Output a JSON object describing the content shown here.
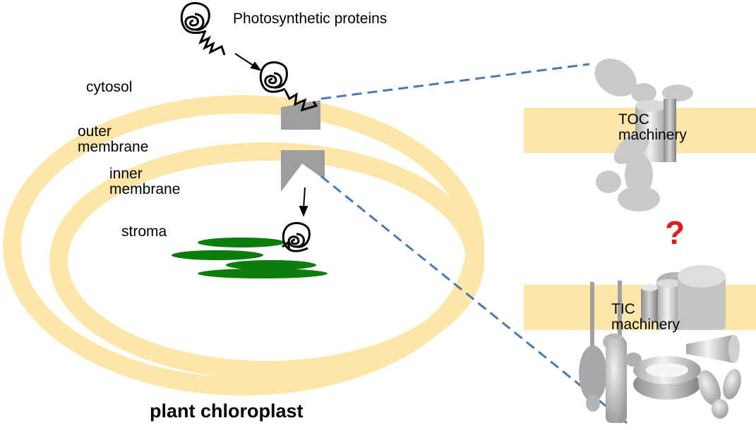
{
  "labels": {
    "proteins": "Photosynthetic proteins",
    "cytosol": "cytosol",
    "outer_membrane": "outer\nmembrane",
    "inner_membrane": "inner\nmembrane",
    "stroma": "stroma",
    "chloroplast": "plant chloroplast",
    "toc": "TOC\nmachinery",
    "tic": "TIC\nmachinery",
    "question": "?"
  },
  "colors": {
    "membrane": "#fde6a8",
    "thylakoid": "#0a7d0a",
    "channel": "#9e9e9e",
    "protein_gray": "#c9c9c9",
    "dashed_line": "#4a78b4",
    "question": "#e11a1a"
  }
}
